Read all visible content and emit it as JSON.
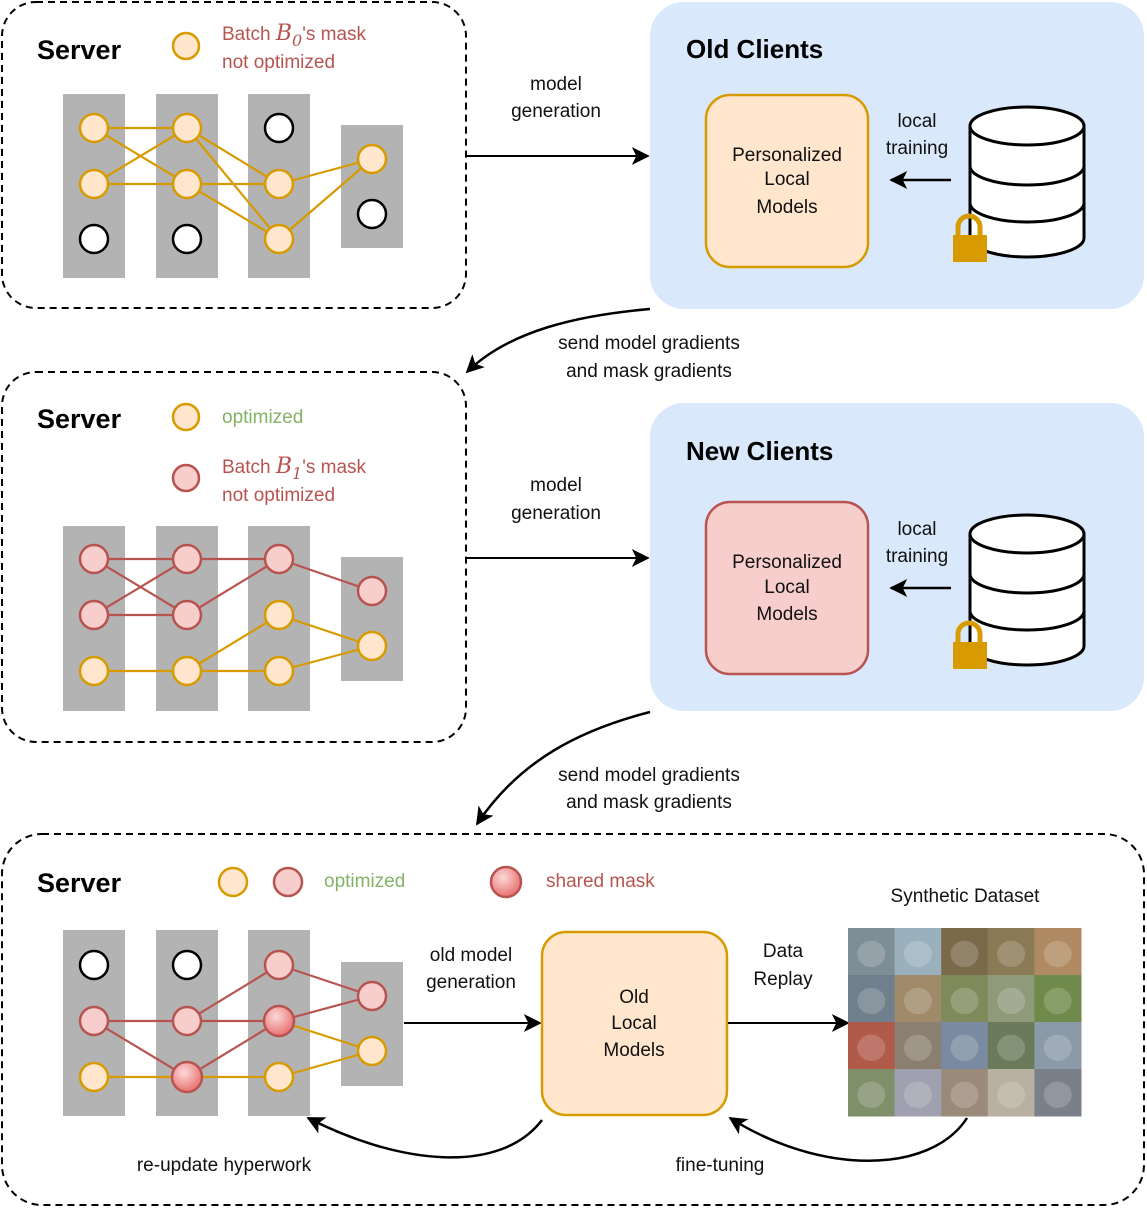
{
  "colors": {
    "orange_fill": "#ffe6cc",
    "orange_stroke": "#d79b00",
    "red_fill": "#f8cecc",
    "red_stroke": "#b85450",
    "client_bg": "#dae8fc",
    "layer_gray": "#b3b3b3",
    "lock": "#d79b00",
    "legend_red_text": "#b85450",
    "legend_green_text": "#82b366"
  },
  "panel1": {
    "server_title": "Server",
    "legend_prefix": "Batch ",
    "legend_var": "B",
    "legend_sub": "0",
    "legend_suffix": "'s mask",
    "legend_line2": "not optimized"
  },
  "panel2": {
    "server_title": "Server",
    "legend_optimized": "optimized",
    "legend_prefix": "Batch ",
    "legend_var": "B",
    "legend_sub": "1",
    "legend_suffix": "'s mask",
    "legend_line2": "not optimized"
  },
  "panel3": {
    "server_title": "Server",
    "legend_optimized": "optimized",
    "legend_shared": "shared mask",
    "old_model_gen_1": "old model",
    "old_model_gen_2": "generation",
    "old_models_1": "Old",
    "old_models_2": "Local",
    "old_models_3": "Models",
    "data_replay_1": "Data",
    "data_replay_2": "Replay",
    "synthetic_title": "Synthetic Dataset",
    "re_update": "re-update hyperwork",
    "fine_tuning": "fine-tuning"
  },
  "old_clients": {
    "title": "Old Clients",
    "model_1": "Personalized",
    "model_2": "Local",
    "model_3": "Models",
    "local_1": "local",
    "local_2": "training"
  },
  "new_clients": {
    "title": "New Clients",
    "model_1": "Personalized",
    "model_2": "Local",
    "model_3": "Models",
    "local_1": "local",
    "local_2": "training"
  },
  "arrows": {
    "model_gen_1a": "model",
    "model_gen_1b": "generation",
    "model_gen_2a": "model",
    "model_gen_2b": "generation",
    "send_1a": "send model gradients",
    "send_1b": "and mask gradients",
    "send_2a": "send model gradients",
    "send_2b": "and mask gradients"
  },
  "synthetic_tile_colors": [
    "#7e8e96",
    "#9ab0bc",
    "#7a6a4a",
    "#8a7a55",
    "#b08a62",
    "#6f7f8c",
    "#a08a6a",
    "#7f8a5a",
    "#8f9a7a",
    "#6f8a4a",
    "#b05a4a",
    "#8a7f70",
    "#7a8aa0",
    "#6a7a5a",
    "#8a9aa8",
    "#7f8f6a",
    "#a0a0b0",
    "#9a8a7a",
    "#b8b0a0",
    "#7a7f8a"
  ]
}
